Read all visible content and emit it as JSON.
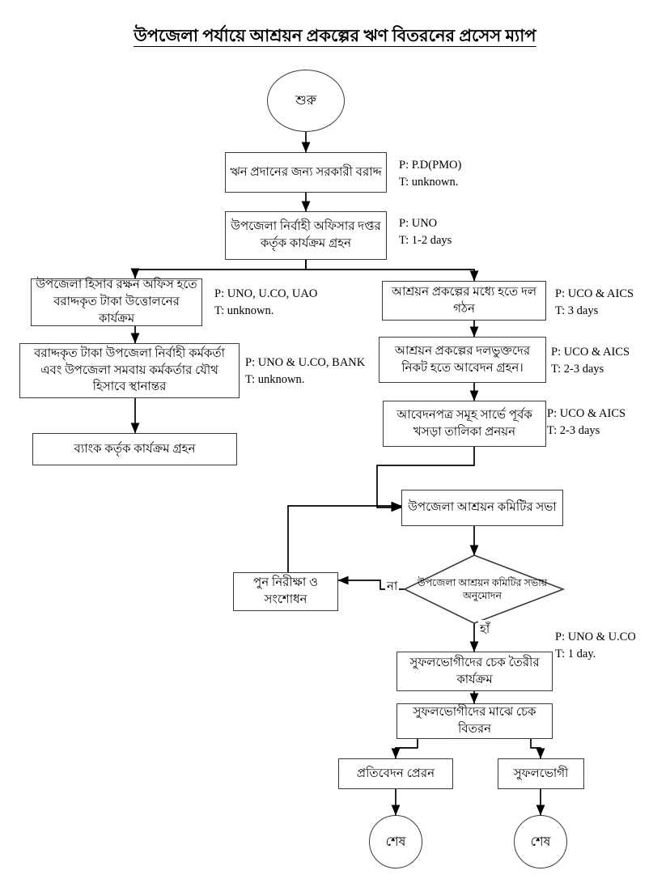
{
  "title": "উপজেলা পর্যায়ে আশ্রয়ন প্রকল্পের ঋণ বিতরনের প্রসেস ম্যাপ",
  "diagram": {
    "type": "flowchart",
    "language": "bn",
    "nodes": {
      "start": {
        "shape": "circle",
        "label": "শুরু"
      },
      "allocation": {
        "shape": "process",
        "label": "ঋন প্রদানের জন্য সরকারী বরাদ্দ"
      },
      "uno_office": {
        "shape": "process",
        "label": "উপজেলা নির্বাহী অফিসার দপ্তর কর্তৃক কার্যক্রম গ্রহন"
      },
      "accounts_office": {
        "shape": "process",
        "label": "উপজেলা হিসাব রক্ষন অফিস হতে বরাদ্দকৃত টাকা উত্তোলনের কার্যক্রম"
      },
      "joint_account": {
        "shape": "process",
        "label": "বরাদ্দকৃত টাকা উপজেলা নির্বাহী কর্মকর্তা এবং উপজেলা সমবায় কর্মকর্তার যৌথ হিসাবে স্থানান্তর"
      },
      "bank_action": {
        "shape": "process",
        "label": "ব্যাংক কর্তৃক কার্যক্রম গ্রহন"
      },
      "group_formation": {
        "shape": "process",
        "label": "আশ্রয়ন প্রকল্পের মধ্যে হতে দল গঠন"
      },
      "application_receipt": {
        "shape": "process",
        "label": "আশ্রয়ন প্রকল্পের দলভুক্তদের নিকট হতে আবেদন গ্রহন।"
      },
      "draft_list": {
        "shape": "process",
        "label": "আবেদনপত্র সমূহ সার্ভে পূর্বক খসড়া তালিকা প্রনয়ন"
      },
      "committee_meeting": {
        "shape": "process",
        "label": "উপজেলা আশ্রয়ন কমিটির সভা"
      },
      "decision": {
        "shape": "decision",
        "label": "উপজেলা আশ্রয়ন কমিটির সভায় অনুমোদন"
      },
      "reaudit": {
        "shape": "process",
        "label": "পুন নিরীক্ষা ও সংশোধন"
      },
      "cheque_prep": {
        "shape": "process",
        "label": "সুফলভোগীদের চেক তৈরীর কার্যক্রম"
      },
      "cheque_distribution": {
        "shape": "process",
        "label": "সুফলভোগীদের মাঝে চেক বিতরন"
      },
      "report_send": {
        "shape": "process",
        "label": "প্রতিবেদন প্রেরন"
      },
      "beneficiary": {
        "shape": "process",
        "label": "সুফলভোগী"
      },
      "end_left": {
        "shape": "circle",
        "label": "শেষ"
      },
      "end_right": {
        "shape": "circle",
        "label": "শেষ"
      }
    },
    "annotations": {
      "allocation": {
        "p": "P: P.D(PMO)",
        "t": "T: unknown."
      },
      "uno_office": {
        "p": "P: UNO",
        "t": "T: 1-2 days"
      },
      "accounts_office": {
        "p": "P: UNO, U.CO, UAO",
        "t": "T: unknown."
      },
      "joint_account": {
        "p": "P: UNO & U.CO, BANK",
        "t": "T: unknown."
      },
      "group_formation": {
        "p": "P: UCO & AICS",
        "t": "T: 3 days"
      },
      "application_receipt": {
        "p": "P: UCO & AICS",
        "t": "T: 2-3 days"
      },
      "draft_list": {
        "p": "P: UCO & AICS",
        "t": "T: 2-3 days"
      },
      "cheque_prep": {
        "p": "P: UNO & U.CO",
        "t": "T: 1 day."
      }
    },
    "edge_labels": {
      "decision_no": "না",
      "decision_yes": "হাঁ"
    },
    "colors": {
      "stroke": "#3a3a3a",
      "connector": "#000000",
      "background": "#ffffff",
      "text": "#000000"
    }
  }
}
